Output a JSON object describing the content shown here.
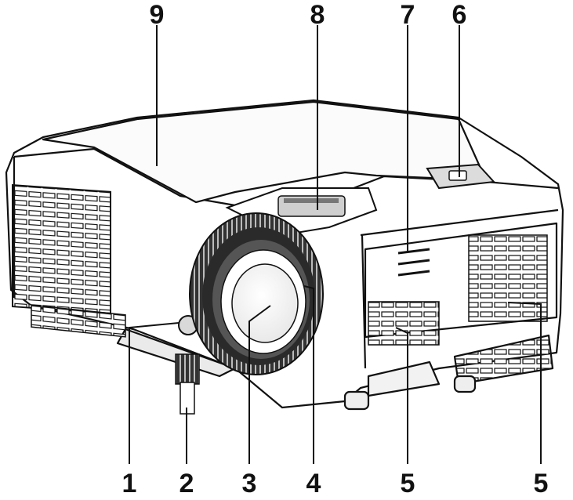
{
  "diagram": {
    "callouts": [
      {
        "label": "1",
        "part": "front-ir-receiver"
      },
      {
        "label": "2",
        "part": "tilt-adjuster-foot"
      },
      {
        "label": "3",
        "part": "lens"
      },
      {
        "label": "4",
        "part": "focus-ring"
      },
      {
        "label": "5",
        "part": "ventilation-front"
      },
      {
        "label": "5",
        "part": "ventilation-side"
      },
      {
        "label": "6",
        "part": "control-panel"
      },
      {
        "label": "7",
        "part": "speaker"
      },
      {
        "label": "8",
        "part": "zoom-ring"
      },
      {
        "label": "9",
        "part": "lamp-cover"
      }
    ]
  },
  "colors": {
    "outline": "#111111",
    "body": "#ffffff",
    "shade": "#e6e6e6",
    "dark": "#2a2a2a"
  }
}
